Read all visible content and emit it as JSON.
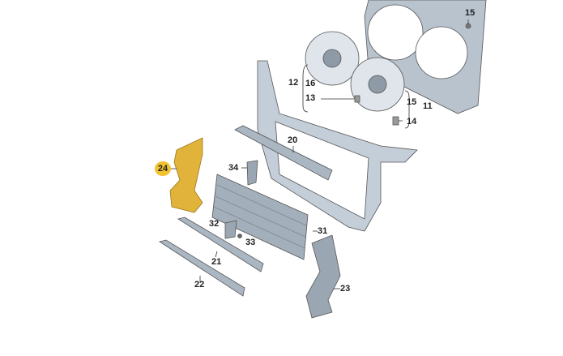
{
  "diagram": {
    "highlight_color": "#f2c12e",
    "parts": [
      {
        "id": "15a",
        "label": "15"
      },
      {
        "id": "12",
        "label": "12"
      },
      {
        "id": "16",
        "label": "16"
      },
      {
        "id": "13",
        "label": "13"
      },
      {
        "id": "15b",
        "label": "15"
      },
      {
        "id": "11",
        "label": "11"
      },
      {
        "id": "14",
        "label": "14"
      },
      {
        "id": "20",
        "label": "20"
      },
      {
        "id": "24",
        "label": "24",
        "highlighted": true
      },
      {
        "id": "34",
        "label": "34"
      },
      {
        "id": "32",
        "label": "32"
      },
      {
        "id": "31",
        "label": "31"
      },
      {
        "id": "33",
        "label": "33"
      },
      {
        "id": "21",
        "label": "21"
      },
      {
        "id": "22",
        "label": "22"
      },
      {
        "id": "23",
        "label": "23"
      }
    ]
  }
}
